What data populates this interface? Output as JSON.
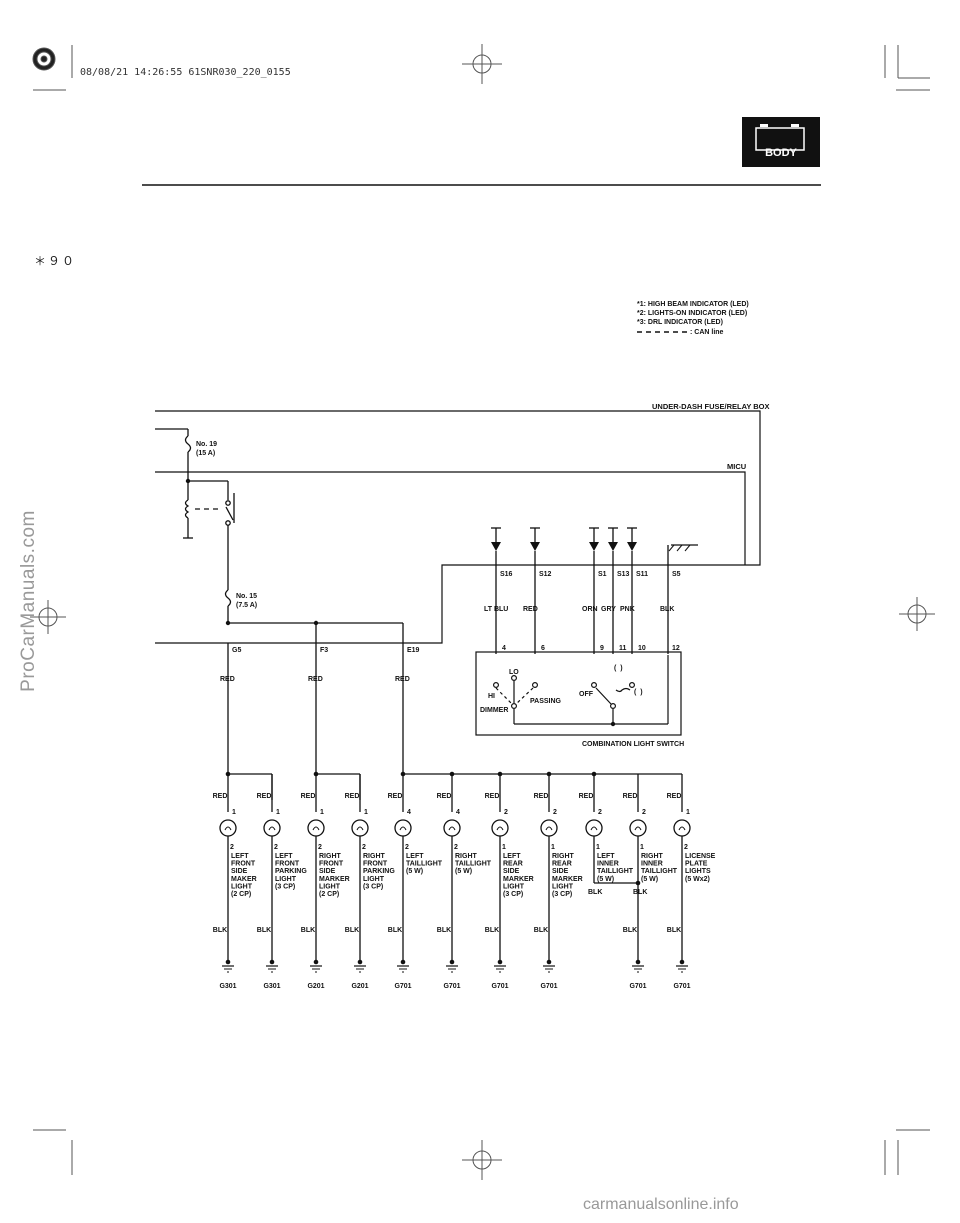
{
  "header": {
    "stamp": "08/08/21 14:26:55 61SNR030_220_0155",
    "battery_badge": "BODY",
    "page_code": "＊９０"
  },
  "legend": {
    "notes": [
      "*1: HIGH BEAM INDICATOR (LED)",
      "*2: LIGHTS-ON INDICATOR (LED)",
      "*3: DRL INDICATOR (LED)"
    ],
    "can_line": ": CAN line"
  },
  "boxes": {
    "fuse_relay_box": "UNDER-DASH FUSE/RELAY BOX",
    "micu": "MICU",
    "switch": "COMBINATION LIGHT SWITCH"
  },
  "fuses": [
    {
      "name": "No. 19",
      "rating": "(15 A)"
    },
    {
      "name": "No. 15",
      "rating": "(7.5 A)"
    }
  ],
  "micu_terminals": [
    {
      "term": "S16",
      "wire": "LT BLU",
      "pin": "4"
    },
    {
      "term": "S12",
      "wire": "RED",
      "pin": "6"
    },
    {
      "term": "S1",
      "wire": "ORN",
      "pin": "9"
    },
    {
      "term": "S13",
      "wire": "GRY",
      "pin": "11"
    },
    {
      "term": "S11",
      "wire": "PNK",
      "pin": "10"
    },
    {
      "term": "S5",
      "wire": "BLK",
      "pin": "12"
    }
  ],
  "fuse_outputs": [
    {
      "term": "G5",
      "wire": "RED"
    },
    {
      "term": "F3",
      "wire": "RED"
    },
    {
      "term": "E19",
      "wire": "RED"
    }
  ],
  "switch_positions": {
    "lo": "LO",
    "hi": "HI",
    "passing": "PASSING",
    "dimmer": "DIMMER",
    "off": "OFF",
    "pos1": "(  )",
    "pos2": "(  )"
  },
  "loads": [
    {
      "in_wire": "RED",
      "pin_top": "1",
      "pin_bot": "2",
      "name": [
        "LEFT",
        "FRONT",
        "SIDE",
        "MAKER",
        "LIGHT",
        "(2 CP)"
      ],
      "gnd_wire": "BLK",
      "ground": "G301"
    },
    {
      "in_wire": "RED",
      "pin_top": "1",
      "pin_bot": "2",
      "name": [
        "LEFT",
        "FRONT",
        "PARKING",
        "LIGHT",
        "(3 CP)"
      ],
      "gnd_wire": "BLK",
      "ground": "G301"
    },
    {
      "in_wire": "RED",
      "pin_top": "1",
      "pin_bot": "2",
      "name": [
        "RIGHT",
        "FRONT",
        "SIDE",
        "MARKER",
        "LIGHT",
        "(2 CP)"
      ],
      "gnd_wire": "BLK",
      "ground": "G201"
    },
    {
      "in_wire": "RED",
      "pin_top": "1",
      "pin_bot": "2",
      "name": [
        "RIGHT",
        "FRONT",
        "PARKING",
        "LIGHT",
        "(3 CP)"
      ],
      "gnd_wire": "BLK",
      "ground": "G201"
    },
    {
      "in_wire": "RED",
      "pin_top": "4",
      "pin_bot": "2",
      "name": [
        "LEFT",
        "TAILLIGHT",
        "(5 W)"
      ],
      "gnd_wire": "BLK",
      "ground": "G701"
    },
    {
      "in_wire": "RED",
      "pin_top": "4",
      "pin_bot": "2",
      "name": [
        "RIGHT",
        "TAILLIGHT",
        "(5 W)"
      ],
      "gnd_wire": "BLK",
      "ground": "G701"
    },
    {
      "in_wire": "RED",
      "pin_top": "2",
      "pin_bot": "1",
      "name": [
        "LEFT",
        "REAR",
        "SIDE",
        "MARKER",
        "LIGHT",
        "(3 CP)"
      ],
      "gnd_wire": "BLK",
      "ground": "G701"
    },
    {
      "in_wire": "RED",
      "pin_top": "2",
      "pin_bot": "1",
      "name": [
        "RIGHT",
        "REAR",
        "SIDE",
        "MARKER",
        "LIGHT",
        "(3 CP)"
      ],
      "gnd_wire": "BLK",
      "ground": "G701"
    },
    {
      "in_wire": "RED",
      "pin_top": "2",
      "pin_bot": "1",
      "name": [
        "LEFT",
        "INNER",
        "TAILLIGHT",
        "(5 W)"
      ],
      "gnd_wire": "BLK",
      "ground": ""
    },
    {
      "in_wire": "RED",
      "pin_top": "2",
      "pin_bot": "1",
      "name": [
        "RIGHT",
        "INNER",
        "TAILLIGHT",
        "(5 W)"
      ],
      "gnd_wire": "BLK",
      "ground": "G701"
    },
    {
      "in_wire": "RED",
      "pin_top": "1",
      "pin_bot": "2",
      "name": [
        "LICENSE",
        "PLATE",
        "LIGHTS",
        "(5 Wx2)"
      ],
      "gnd_wire": "BLK",
      "ground": "G701"
    }
  ],
  "inner_join_wire": "BLK",
  "watermarks": {
    "side": "ProCarManuals.com",
    "footer": "carmanualsonline.info"
  }
}
